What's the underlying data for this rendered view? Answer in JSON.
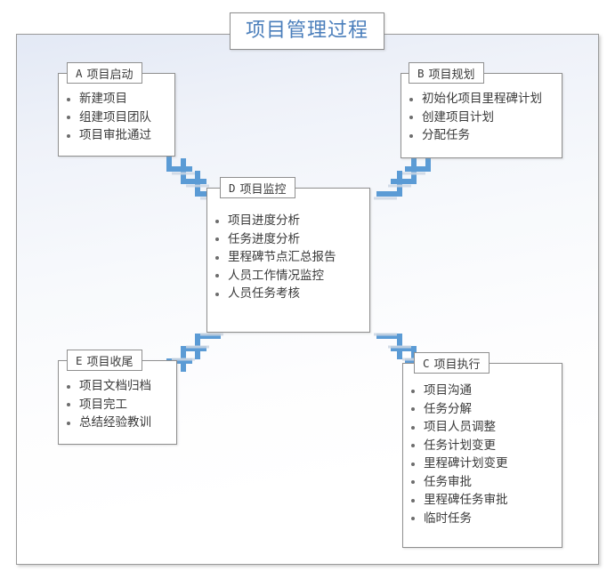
{
  "diagram": {
    "title": "项目管理过程",
    "title_color": "#4a7ebb",
    "frame_border_color": "#9a9a9a",
    "arrow_color": "#5b9bd5",
    "boxes": [
      {
        "id": "A",
        "key": "A",
        "name": "项目启动",
        "items": [
          "新建项目",
          "组建项目团队",
          "项目审批通过"
        ]
      },
      {
        "id": "B",
        "key": "B",
        "name": "项目规划",
        "items": [
          "初始化项目里程碑计划",
          "创建项目计划",
          "分配任务"
        ]
      },
      {
        "id": "D",
        "key": "D",
        "name": "项目监控",
        "items": [
          "项目进度分析",
          "任务进度分析",
          "里程碑节点汇总报告",
          "人员工作情况监控",
          "人员任务考核"
        ]
      },
      {
        "id": "E",
        "key": "E",
        "name": "项目收尾",
        "items": [
          "项目文档归档",
          "项目完工",
          "总结经验教训"
        ]
      },
      {
        "id": "C",
        "key": "C",
        "name": "项目执行",
        "items": [
          "项目沟通",
          "任务分解",
          "项目人员调整",
          "任务计划变更",
          "里程碑计划变更",
          "任务审批",
          "里程碑任务审批",
          "临时任务"
        ]
      }
    ],
    "arrows": [
      {
        "id": "a-to-d",
        "from": "A",
        "to": "D",
        "direction": "down-right",
        "icon": "chevron-arrow-icon"
      },
      {
        "id": "b-to-d",
        "from": "B",
        "to": "D",
        "direction": "down-left",
        "icon": "chevron-arrow-icon"
      },
      {
        "id": "d-to-e",
        "from": "D",
        "to": "E",
        "direction": "up-right",
        "icon": "chevron-arrow-icon"
      },
      {
        "id": "d-to-c",
        "from": "D",
        "to": "C",
        "direction": "up-left",
        "icon": "chevron-arrow-icon"
      }
    ]
  }
}
